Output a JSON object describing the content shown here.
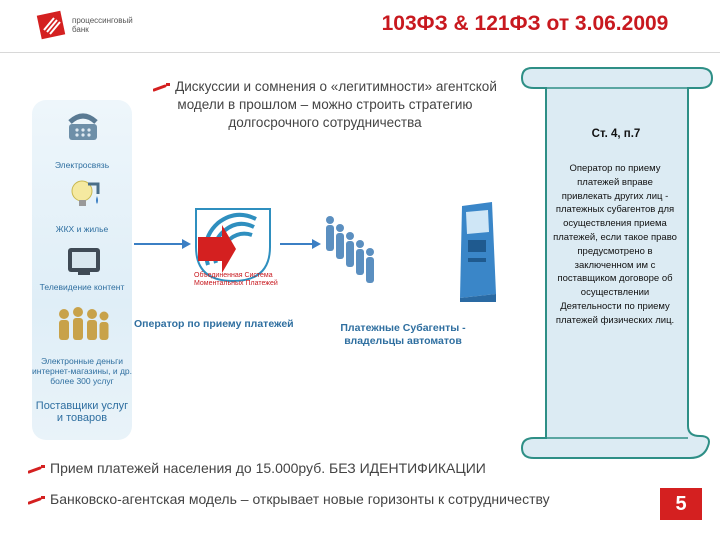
{
  "header": {
    "logo_text": "процессинговый банк",
    "title": "103ФЗ & 121ФЗ от 3.06.2009"
  },
  "intro": {
    "text": "Дискуссии и сомнения о «легитимности» агентской модели в прошлом – можно строить стратегию долгосрочного сотрудничества"
  },
  "suppliers": {
    "items": [
      {
        "label": "Электросвязь",
        "icon": "phone-icon"
      },
      {
        "label": "ЖКХ и жилье",
        "icon": "utilities-icon"
      },
      {
        "label": "Телевидение контент",
        "icon": "tv-icon"
      },
      {
        "label": "Электронные деньги интернет-магазины, и др. более 300 услуг",
        "icon": "people-icon"
      }
    ],
    "footer": "Поставщики услуг и товаров"
  },
  "operator": {
    "logo_caption": "Объединенная Система Моментальных Платежей",
    "label": "Оператор по приему платежей"
  },
  "agents": {
    "label": "Платежные Субагенты - владельцы автоматов"
  },
  "article": {
    "heading": "Ст. 4, п.7",
    "body": "Оператор по приему платежей вправе привлекать других лиц - платежных субагентов для осуществления приема платежей, если такое право предусмотрено в заключенном им с поставщиком договоре об осуществлении Деятельности по приему платежей физических лиц."
  },
  "bullets": [
    "Прием платежей населения до 15.000руб. БЕЗ ИДЕНТИФИКАЦИИ",
    "Банковско-агентская модель – открывает новые горизонты к сотрудничеству"
  ],
  "page_number": "5",
  "colors": {
    "accent": "#c8191f",
    "text_blue": "#2f6fa0",
    "arrow": "#3b7fc4",
    "scroll_fill": "#dcebf3",
    "scroll_border": "#2e8f86"
  }
}
